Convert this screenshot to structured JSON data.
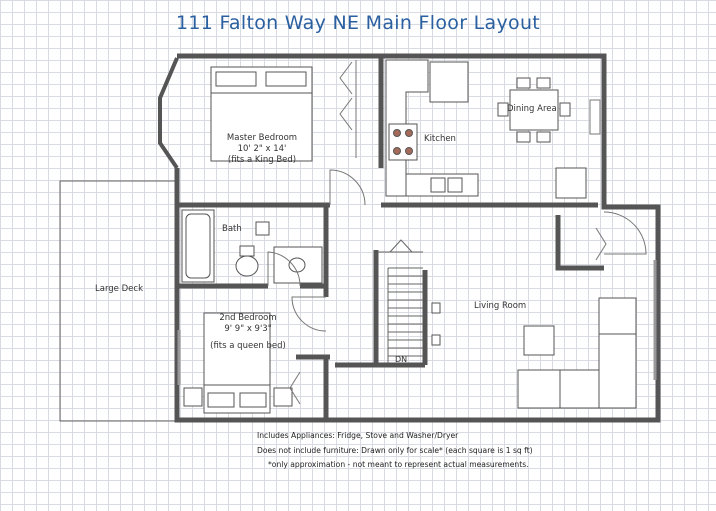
{
  "title": "111 Falton Way NE Main Floor Layout",
  "rooms": {
    "master_bedroom": {
      "name": "Master Bedroom",
      "size": "10' 2\" x 14'",
      "note": "(fits a King Bed)"
    },
    "kitchen": {
      "name": "Kitchen"
    },
    "dining_area": {
      "name": "Dining Area"
    },
    "bath": {
      "name": "Bath"
    },
    "second_bedroom": {
      "name": "2nd Bedroom",
      "size": "9' 9\" x 9'3\"",
      "note": "(fits a queen bed)"
    },
    "living_room": {
      "name": "Living Room"
    },
    "deck": {
      "name": "Large Deck"
    },
    "stairs": {
      "label": "DN"
    }
  },
  "notes": [
    "Includes Appliances: Fridge, Stove and Washer/Dryer",
    "Does not include furniture: Drawn only for scale* (each square is 1 sq ft)",
    "*only approximation - not meant to represent actual measurements."
  ]
}
